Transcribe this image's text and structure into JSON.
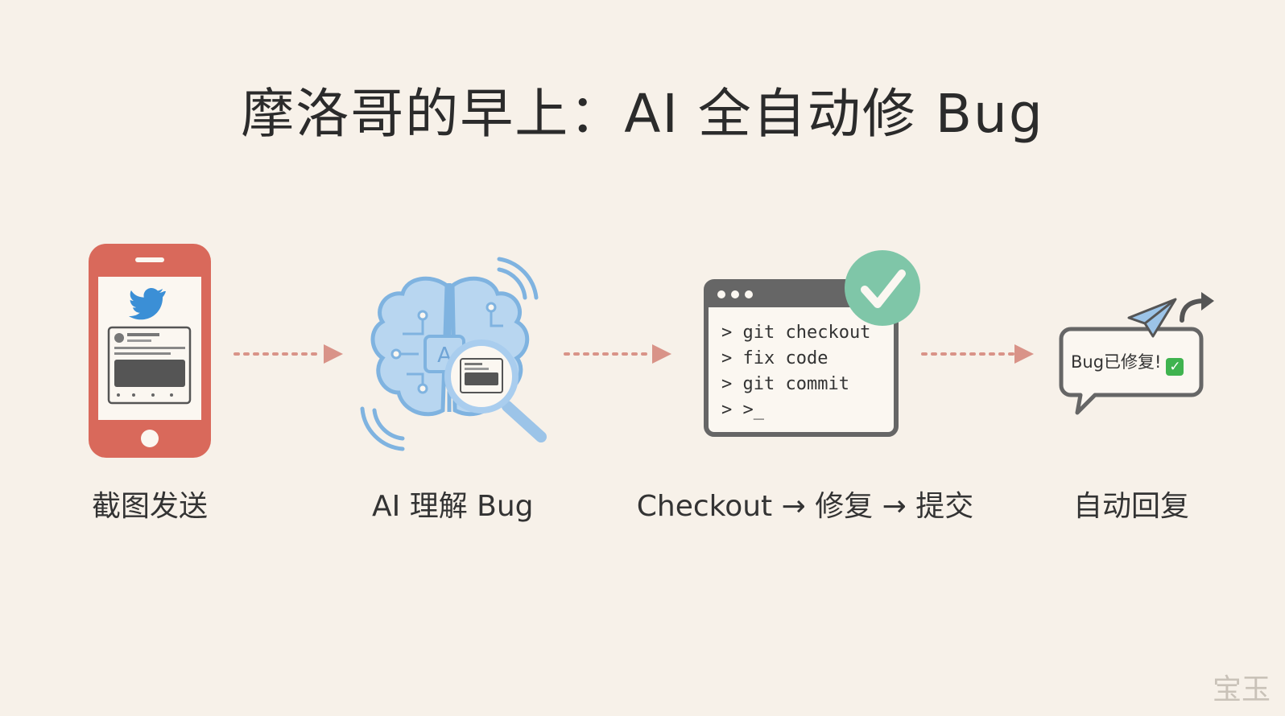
{
  "title": "摩洛哥的早上：AI 全自动修 Bug",
  "steps": [
    {
      "label": "截图发送",
      "icon": "phone-twitter-icon"
    },
    {
      "label": "AI 理解 Bug",
      "icon": "ai-brain-icon"
    },
    {
      "label": "Checkout → 修复 → 提交",
      "icon": "terminal-window-icon"
    },
    {
      "label": "自动回复",
      "icon": "chat-bubble-icon"
    }
  ],
  "terminal": {
    "lines": [
      "> git checkout",
      "> fix code",
      "> git commit",
      "> >_"
    ]
  },
  "bubble": {
    "text": "Bug已修复!",
    "badge": "✓"
  },
  "watermark": "宝玉",
  "colors": {
    "phone": "#d9695b",
    "brain": "#7fb3e0",
    "check": "#7fc6a8",
    "arrow": "#d99388",
    "text": "#2b2b2b"
  }
}
